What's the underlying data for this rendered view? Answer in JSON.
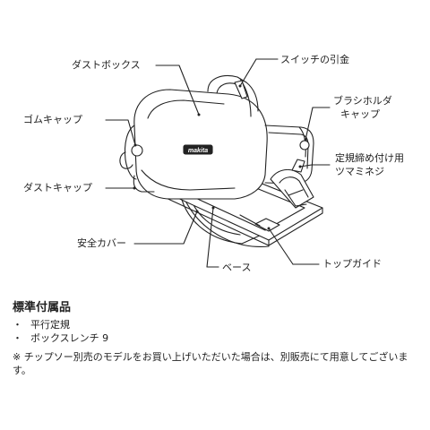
{
  "labels": {
    "dust_box": "ダストボックス",
    "switch_trigger": "スイッチの引金",
    "brush_holder_line1": "ブラシホルダ",
    "brush_holder_line2": "キャップ",
    "rubber_cap": "ゴムキャップ",
    "locking_screw_line1": "定規締め付け用",
    "locking_screw_line2": "ツマミネジ",
    "dust_cap": "ダストキャップ",
    "safety_cover": "安全カバー",
    "top_guide": "トップガイド",
    "base": "ベース"
  },
  "brand_mark": "makita",
  "accessories": {
    "title": "標準付属品",
    "bullet": "・",
    "items": [
      "平行定規",
      "ボックスレンチ 9"
    ],
    "note": "※ チップソー別売のモデルをお買い上げいただいた場合は、別販売にて用意してございます。"
  }
}
